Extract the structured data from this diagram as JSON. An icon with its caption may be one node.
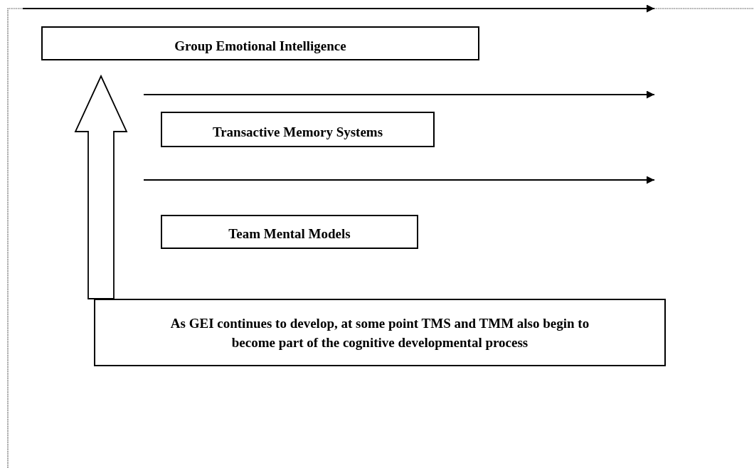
{
  "diagram": {
    "nodes": [
      {
        "text": [
          "Group Emotional Intelligence"
        ]
      },
      {
        "text": [
          "Transactive Memory Systems"
        ]
      },
      {
        "text": [
          "Team Mental Models"
        ]
      },
      {
        "text": [
          "As GEI continues to develop, at some point TMS and TMM also begin to become part of the cognitive developmental process"
        ]
      }
    ],
    "edges": [
      {
        "from": 3,
        "to": 0,
        "arrow": "to"
      }
    ]
  }
}
